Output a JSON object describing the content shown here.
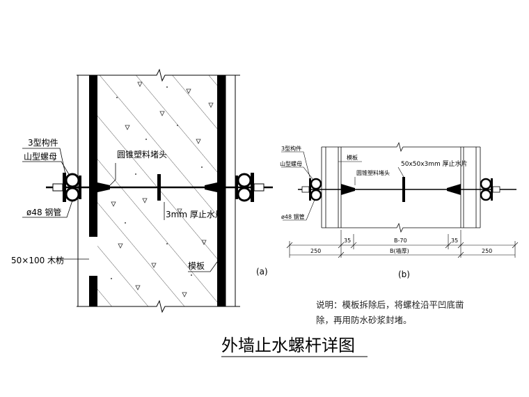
{
  "diagram": {
    "title": "外墙止水螺杆详图",
    "figure_a": {
      "caption": "(a)",
      "labels": {
        "type3_component": "3型构件",
        "mountain_nut": "山型螺母",
        "steel_pipe": "ø48 钢管",
        "timber": "50×100 木枋",
        "cone_plug": "圆锥塑料堵头",
        "water_stop": "3mm 厚止水片",
        "formwork": "模板"
      }
    },
    "figure_b": {
      "caption": "(b)",
      "labels": {
        "type3_component": "3型构件",
        "mountain_nut": "山型螺母",
        "formwork": "模板",
        "cone_plug": "圆锥塑料堵头",
        "water_stop": "50x50x3mm 厚止水片",
        "steel_pipe": "ø48 钢管"
      },
      "dimensions": {
        "left_outer": "250",
        "left_cone": "35",
        "middle": "B-70",
        "right_cone": "35",
        "right_outer": "250",
        "total": "B(墙厚)"
      }
    },
    "note_line1": "说明：模板拆除后，将螺栓沿平凹底凿",
    "note_line2": "除，再用防水砂浆封堵。"
  }
}
